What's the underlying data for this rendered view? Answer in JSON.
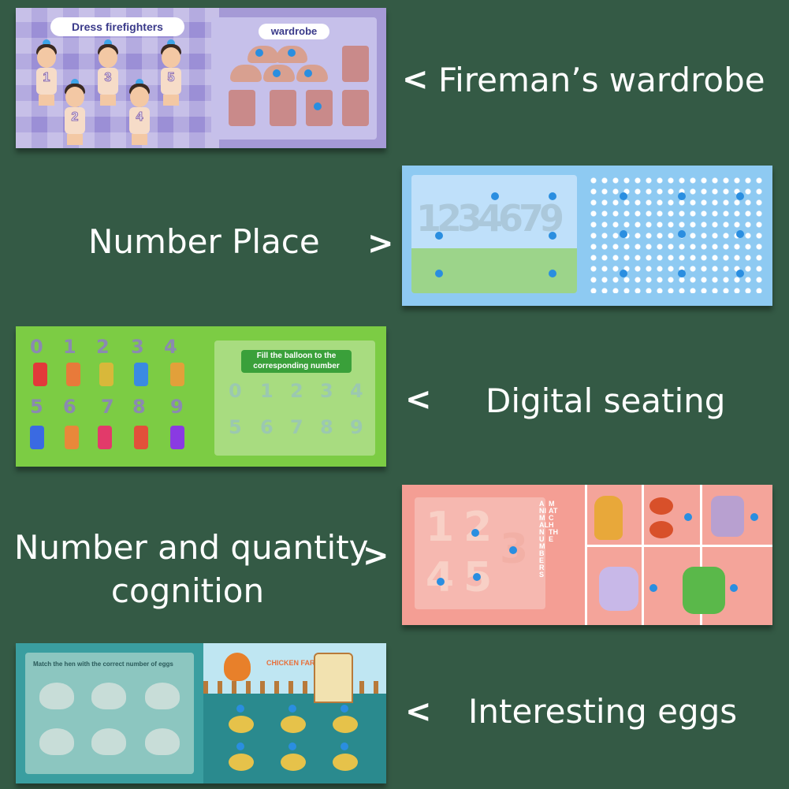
{
  "rows": [
    {
      "caption": "Fireman’s wardrobe",
      "chevron": "<",
      "panel_title": "Dress firefighters",
      "panel_subtitle": "wardrobe",
      "numbers": [
        "1",
        "2",
        "3",
        "4",
        "5"
      ]
    },
    {
      "caption": "Number Place",
      "chevron": ">",
      "numbers": "1234679"
    },
    {
      "caption": "Digital seating",
      "chevron": "<",
      "panel_title": "Fill the balloon to the corresponding number",
      "numbers": [
        "0",
        "1",
        "2",
        "3",
        "4",
        "5",
        "6",
        "7",
        "8",
        "9"
      ]
    },
    {
      "caption_line1": "Number and quantity",
      "caption_line2": "cognition",
      "chevron": ">",
      "numbers": [
        "1",
        "2",
        "3",
        "4",
        "5"
      ],
      "vertical_text": [
        "MATCH THE",
        "ANIMAL NUMBERS"
      ]
    },
    {
      "caption": "Interesting eggs",
      "chevron": "<",
      "panel_title": "Match the hen with the correct number of eggs",
      "panel_subtitle": "CHICKEN FARM"
    }
  ],
  "colors": {
    "background": "#345a45",
    "dot": "#2a8ee0"
  }
}
